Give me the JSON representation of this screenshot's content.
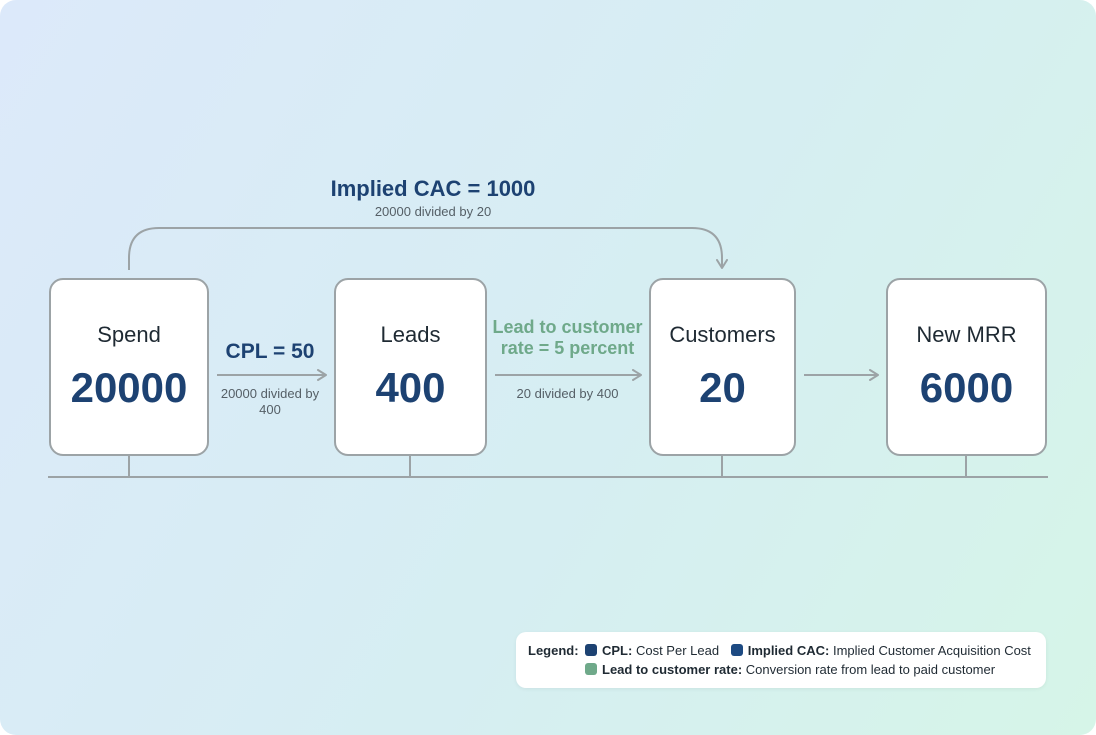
{
  "nodes": [
    {
      "label": "Spend",
      "value": "20000"
    },
    {
      "label": "Leads",
      "value": "400"
    },
    {
      "label": "Customers",
      "value": "20"
    },
    {
      "label": "New MRR",
      "value": "6000"
    }
  ],
  "cac": {
    "title": "Implied CAC = 1000",
    "subtitle": "20000 divided by 20"
  },
  "cpl": {
    "title": "CPL = 50",
    "subtitle": "20000 divided by 400"
  },
  "rate": {
    "title": "Lead to customer rate = 5 percent",
    "subtitle": "20 divided by 400"
  },
  "legend": {
    "title": "Legend:",
    "items": [
      {
        "key": "CPL:",
        "text": "Cost Per Lead",
        "color": "#1d4272"
      },
      {
        "key": "Implied CAC:",
        "text": "Implied Customer Acquisition Cost",
        "color": "#1d4a82"
      },
      {
        "key": "Lead to customer rate:",
        "text": "Conversion rate from lead to paid customer",
        "color": "#6fa98a"
      }
    ]
  },
  "colors": {
    "value": "#1d4272",
    "rate": "#6fa98a",
    "arrow": "#9ca3a6"
  }
}
